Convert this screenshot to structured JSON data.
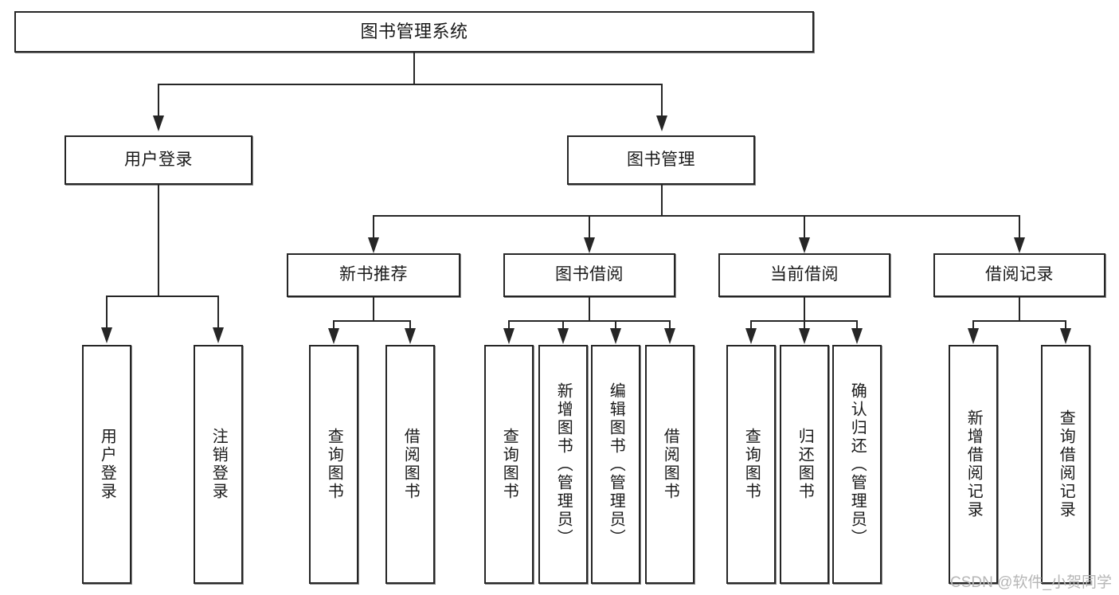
{
  "diagram": {
    "title": "图书管理系统",
    "type": "hierarchy-tree",
    "levels": 4,
    "root": {
      "id": "root",
      "label": "图书管理系统"
    },
    "level2": [
      {
        "id": "user-login",
        "label": "用户登录"
      },
      {
        "id": "book-management",
        "label": "图书管理"
      }
    ],
    "level3": [
      {
        "id": "new-book-recommend",
        "label": "新书推荐"
      },
      {
        "id": "book-borrow",
        "label": "图书借阅"
      },
      {
        "id": "current-borrow",
        "label": "当前借阅"
      },
      {
        "id": "borrow-record",
        "label": "借阅记录"
      }
    ],
    "leaves": {
      "user_login": [
        {
          "id": "leaf-user-login",
          "label": "用户登录"
        },
        {
          "id": "leaf-logout-login",
          "label": "注销登录"
        }
      ],
      "new_book_recommend": [
        {
          "id": "leaf-query-book-1",
          "label": "查询图书"
        },
        {
          "id": "leaf-borrow-book-1",
          "label": "借阅图书"
        }
      ],
      "book_borrow": [
        {
          "id": "leaf-query-book-2",
          "label": "查询图书"
        },
        {
          "id": "leaf-add-book",
          "label": "新增图书（管理员）"
        },
        {
          "id": "leaf-edit-book",
          "label": "编辑图书（管理员）"
        },
        {
          "id": "leaf-borrow-book-2",
          "label": "借阅图书"
        }
      ],
      "current_borrow": [
        {
          "id": "leaf-query-book-3",
          "label": "查询图书"
        },
        {
          "id": "leaf-return-book",
          "label": "归还图书"
        },
        {
          "id": "leaf-confirm-return",
          "label": "确认归还（管理员）"
        }
      ],
      "borrow_record": [
        {
          "id": "leaf-add-record",
          "label": "新增借阅记录"
        },
        {
          "id": "leaf-query-record",
          "label": "查询借阅记录"
        }
      ]
    }
  },
  "watermark": {
    "text": "CSDN @软件_小贺同学"
  },
  "colors": {
    "stroke": "#262626",
    "background": "#ffffff",
    "text": "#1a1a1a",
    "watermark": "#b6b6b6"
  }
}
